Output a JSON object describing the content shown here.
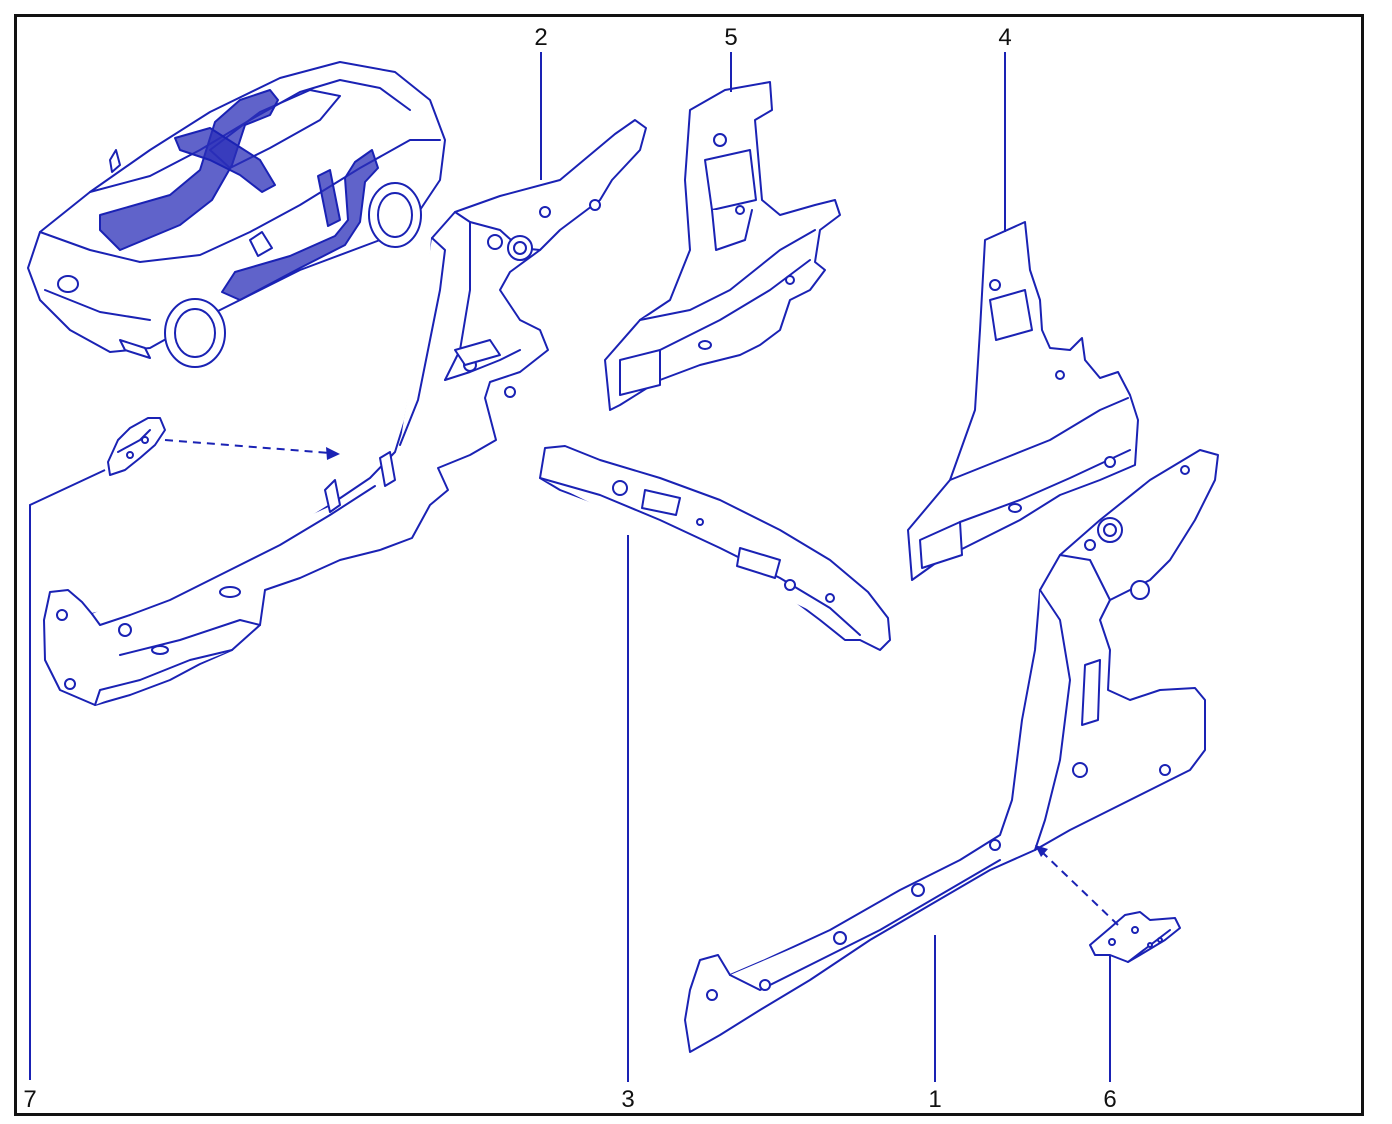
{
  "diagram": {
    "line_color": "#1a22b4",
    "fill_color": "#ffffff",
    "text_color": "#111111",
    "callouts": [
      {
        "id": "2",
        "label": "2"
      },
      {
        "id": "5",
        "label": "5"
      },
      {
        "id": "4",
        "label": "4"
      },
      {
        "id": "7",
        "label": "7"
      },
      {
        "id": "3",
        "label": "3"
      },
      {
        "id": "1",
        "label": "1"
      },
      {
        "id": "6",
        "label": "6"
      }
    ],
    "parts": [
      {
        "id": "car-overview",
        "icon": "car-body-outline"
      },
      {
        "id": "part-1",
        "icon": "right-sill-and-a-pillar"
      },
      {
        "id": "part-2",
        "icon": "left-sill-and-a-pillar"
      },
      {
        "id": "part-3",
        "icon": "roof-cross-member"
      },
      {
        "id": "part-4",
        "icon": "right-rear-quarter-panel"
      },
      {
        "id": "part-5",
        "icon": "left-rear-quarter-panel"
      },
      {
        "id": "part-6",
        "icon": "right-bracket"
      },
      {
        "id": "part-7",
        "icon": "left-bracket"
      }
    ]
  }
}
